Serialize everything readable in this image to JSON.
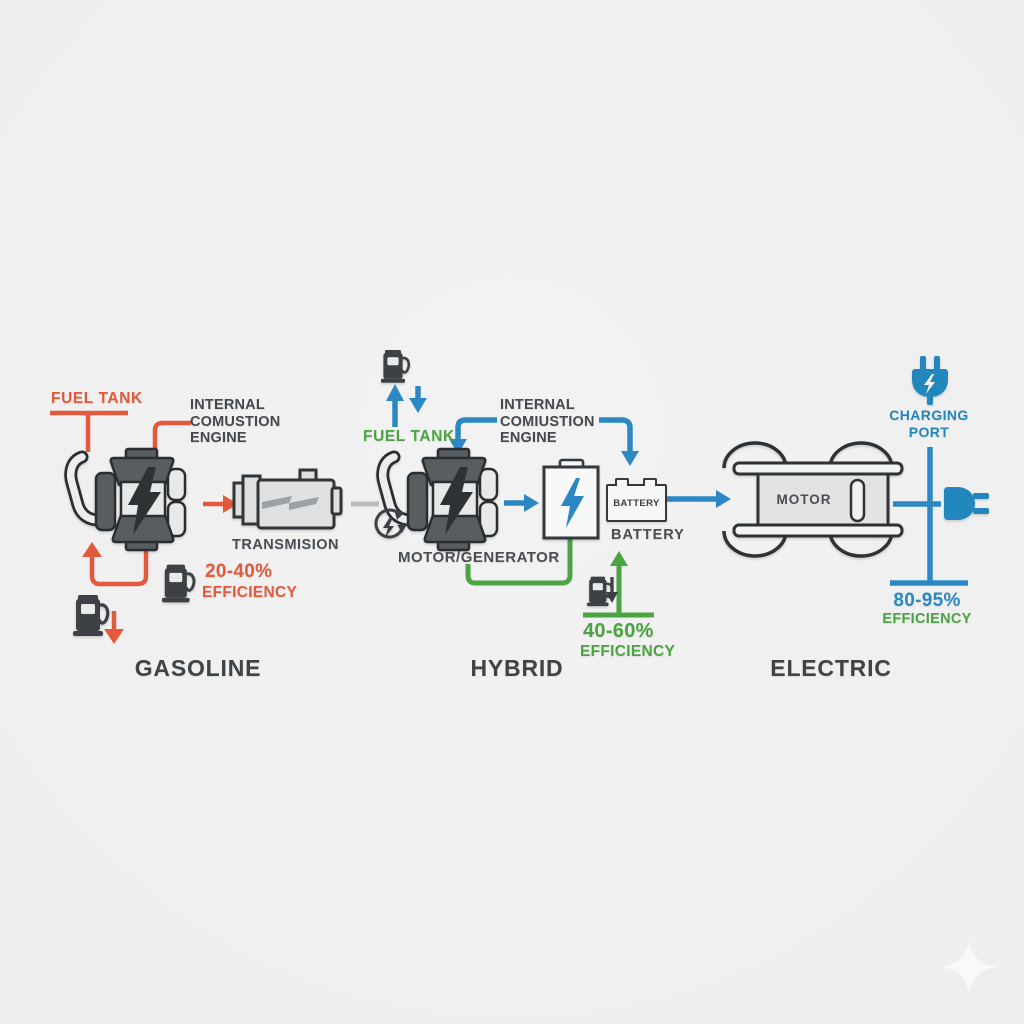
{
  "palette": {
    "background": "#EFEFEF",
    "orange": "#E2593B",
    "green": "#4CA341",
    "blue_arrow": "#2C88C3",
    "blue_icon": "#2187BC",
    "dark_text": "#45494D",
    "icon_dark": "#3C4145",
    "engine_gray": "#585D61",
    "light_gray": "#E8E9E9"
  },
  "gasoline": {
    "title": "GASOLINE",
    "fuel_tank_label": "FUEL TANK",
    "engine_label_lines": [
      "INTERNAL",
      "COMUSTION",
      "ENGINE"
    ],
    "transmission_label": "TRANSMISION",
    "efficiency_value": "20-40%",
    "efficiency_label": "EFFICIENCY"
  },
  "hybrid": {
    "title": "HYBRID",
    "fuel_tank_label": "FUEL TANK",
    "engine_label_lines": [
      "INTERNAL",
      "COMIUSTION",
      "ENGINE"
    ],
    "motor_generator_label": "MOTOR/GENERATOR",
    "battery_box_label": "BATTERY",
    "battery_label": "BATTERY",
    "efficiency_value": "40-60%",
    "efficiency_label": "EFFICIENCY"
  },
  "electric": {
    "title": "ELECTRIC",
    "charging_port_lines": [
      "CHARGING",
      "PORT"
    ],
    "motor_label": "MOTOR",
    "efficiency_value": "80-95%",
    "efficiency_label": "EFFICIENCY"
  }
}
